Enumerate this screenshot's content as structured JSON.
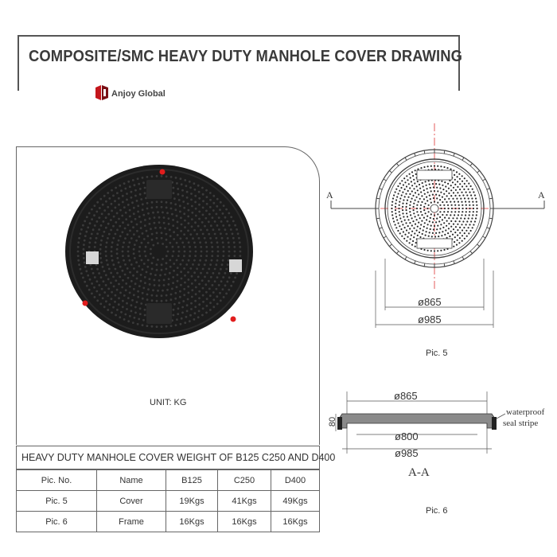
{
  "header": {
    "title": "COMPOSITE/SMC HEAVY DUTY MANHOLE COVER DRAWING",
    "brand": "Anjoy Global"
  },
  "photo": {
    "unit": "UNIT: KG"
  },
  "table": {
    "title": "HEAVY DUTY MANHOLE COVER WEIGHT OF B125 C250 AND D400",
    "headers": [
      "Pic. No.",
      "Name",
      "B125",
      "C250",
      "D400"
    ],
    "rows": [
      [
        "Pic. 5",
        "Cover",
        "19Kgs",
        "41Kgs",
        "49Kgs"
      ],
      [
        "Pic. 6",
        "Frame",
        "16Kgs",
        "16Kgs",
        "16Kgs"
      ]
    ]
  },
  "drawing_top": {
    "section_left": "A",
    "section_right": "A",
    "dim_inner": "ø865",
    "dim_outer": "ø985",
    "caption": "Pic. 5"
  },
  "drawing_section": {
    "dim_top": "ø865",
    "dim_height": "80",
    "dim_mid": "ø800",
    "dim_bottom": "ø985",
    "section_label": "A-A",
    "note_line1": "waterproof",
    "note_line2": "seal stripe",
    "caption": "Pic. 6"
  }
}
